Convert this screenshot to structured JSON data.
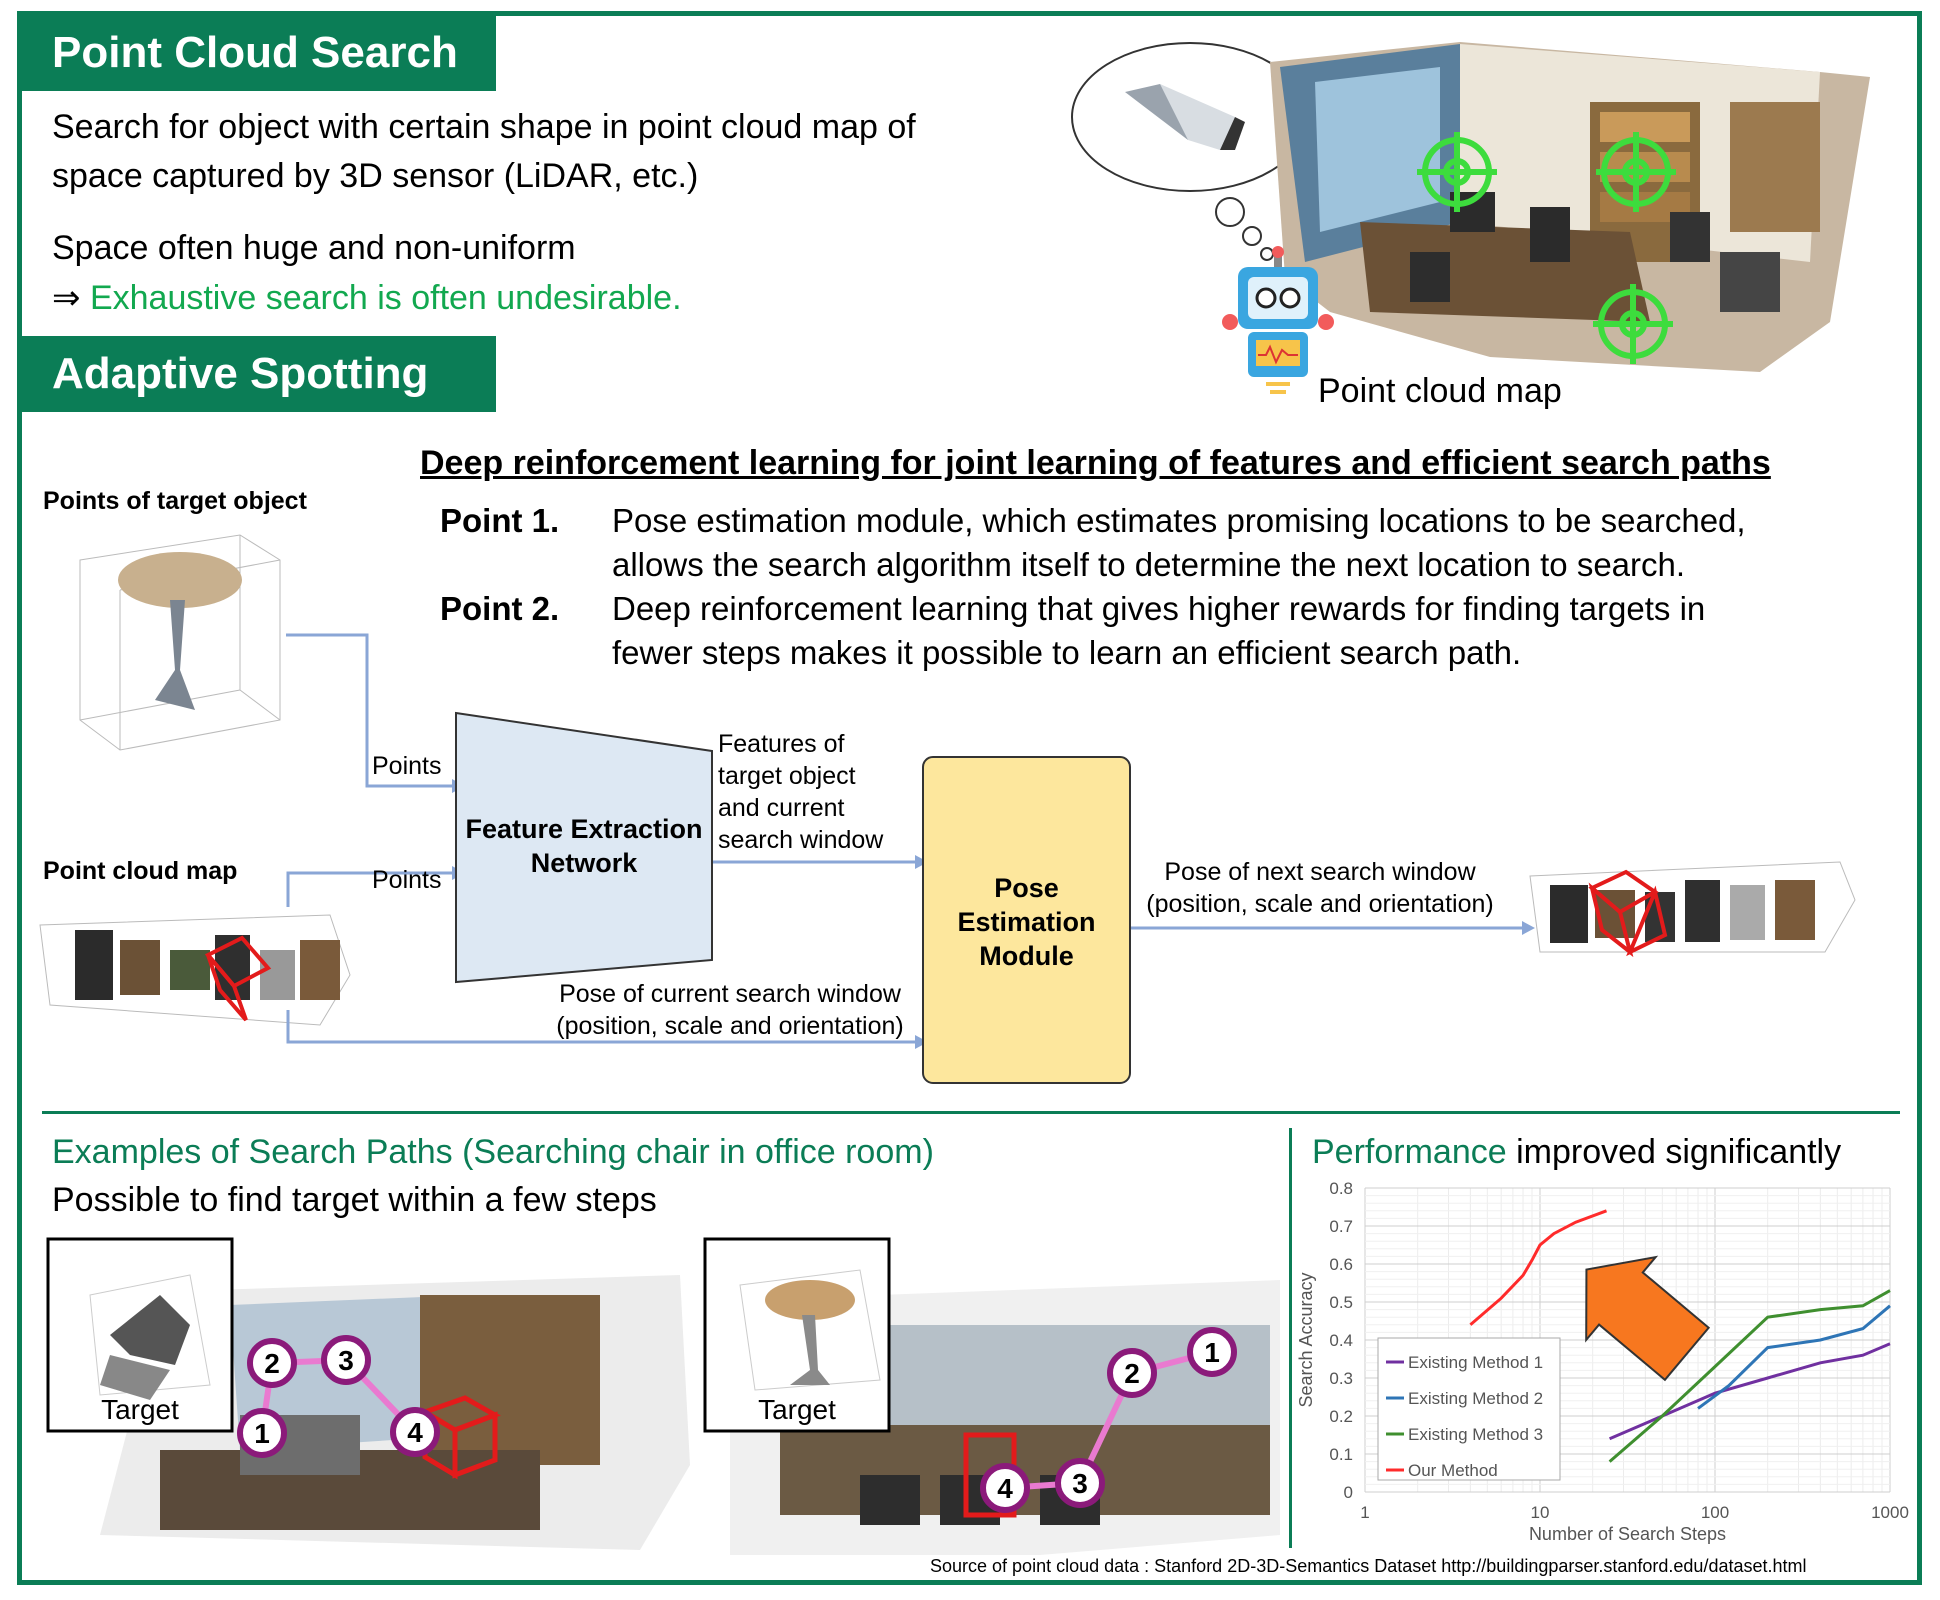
{
  "section1": {
    "header": "Point Cloud Search",
    "line1": "Search for object with certain shape in point cloud map of",
    "line2": "space captured by 3D sensor (LiDAR, etc.)",
    "line3": "Space often huge and non-uniform",
    "arrow": "⇒",
    "line4": "Exhaustive search is often undesirable.",
    "map_caption": "Point cloud map"
  },
  "section2": {
    "header": "Adaptive Spotting",
    "subtitle": "Deep reinforcement learning for joint learning of features and efficient search paths",
    "point1_label": "Point 1.",
    "point1_line1": "Pose estimation module, which estimates promising locations to be searched,",
    "point1_line2": "allows the search algorithm itself to determine the next location to search.",
    "point2_label": "Point 2.",
    "point2_line1": "Deep reinforcement learning that gives higher rewards for finding targets in",
    "point2_line2": "fewer steps makes it possible to learn an efficient search path."
  },
  "diagram": {
    "target_label": "Points of target object",
    "map_label": "Point cloud map",
    "points_label_1": "Points",
    "points_label_2": "Points",
    "fen_line1": "Feature Extraction",
    "fen_line2": "Network",
    "features_line1": "Features of",
    "features_line2": "target object",
    "features_line3": "and current",
    "features_line4": "search window",
    "pose_line1": "Pose",
    "pose_line2": "Estimation",
    "pose_line3": "Module",
    "next_line1": "Pose of next search window",
    "next_line2": "(position, scale and orientation)",
    "current_line1": "Pose of current search window",
    "current_line2": "(position, scale and orientation)"
  },
  "examples": {
    "title": "Examples of Search Paths (Searching chair in office room)",
    "subtitle": "Possible to find target within a few steps",
    "target_label_1": "Target",
    "target_label_2": "Target",
    "step_labels": [
      "1",
      "2",
      "3",
      "4"
    ]
  },
  "performance": {
    "title_colored": "Performance",
    "title_rest": " improved significantly"
  },
  "source_note": "Source of point cloud data : Stanford 2D-3D-Semantics Dataset http://buildingparser.stanford.edu/dataset.html",
  "colors": {
    "brand_green": "#0b7d56",
    "highlight_green": "#12a84f",
    "arrow_blue": "#8aa6d6",
    "fen_fill": "#dde8f3",
    "pose_fill": "#fde79d",
    "orange_arrow": "#f7771f"
  },
  "chart_data": {
    "type": "line",
    "title": "",
    "xlabel": "Number of Search Steps",
    "ylabel": "Search Accuracy",
    "xscale": "log",
    "xlim": [
      1,
      1000
    ],
    "ylim": [
      0,
      0.8
    ],
    "xticks": [
      "1",
      "10",
      "100",
      "1000"
    ],
    "yticks": [
      "0",
      "0.1",
      "0.2",
      "0.3",
      "0.4",
      "0.5",
      "0.6",
      "0.7",
      "0.8"
    ],
    "grid": true,
    "legend_position": "bottom-left",
    "series": [
      {
        "name": "Existing Method 1",
        "color": "#7030a0",
        "x": [
          25,
          50,
          100,
          200,
          400,
          700,
          1000
        ],
        "y": [
          0.14,
          0.2,
          0.26,
          0.3,
          0.34,
          0.36,
          0.39
        ]
      },
      {
        "name": "Existing Method 2",
        "color": "#2e75b6",
        "x": [
          80,
          120,
          200,
          400,
          700,
          1000
        ],
        "y": [
          0.22,
          0.28,
          0.38,
          0.4,
          0.43,
          0.49
        ]
      },
      {
        "name": "Existing Method 3",
        "color": "#3f8f2f",
        "x": [
          25,
          50,
          100,
          200,
          400,
          700,
          1000
        ],
        "y": [
          0.08,
          0.2,
          0.33,
          0.46,
          0.48,
          0.49,
          0.53
        ]
      },
      {
        "name": "Our Method",
        "color": "#ff2b2b",
        "x": [
          4,
          6,
          8,
          9,
          10,
          12,
          16,
          24
        ],
        "y": [
          0.44,
          0.51,
          0.57,
          0.61,
          0.65,
          0.68,
          0.71,
          0.74
        ]
      }
    ]
  }
}
